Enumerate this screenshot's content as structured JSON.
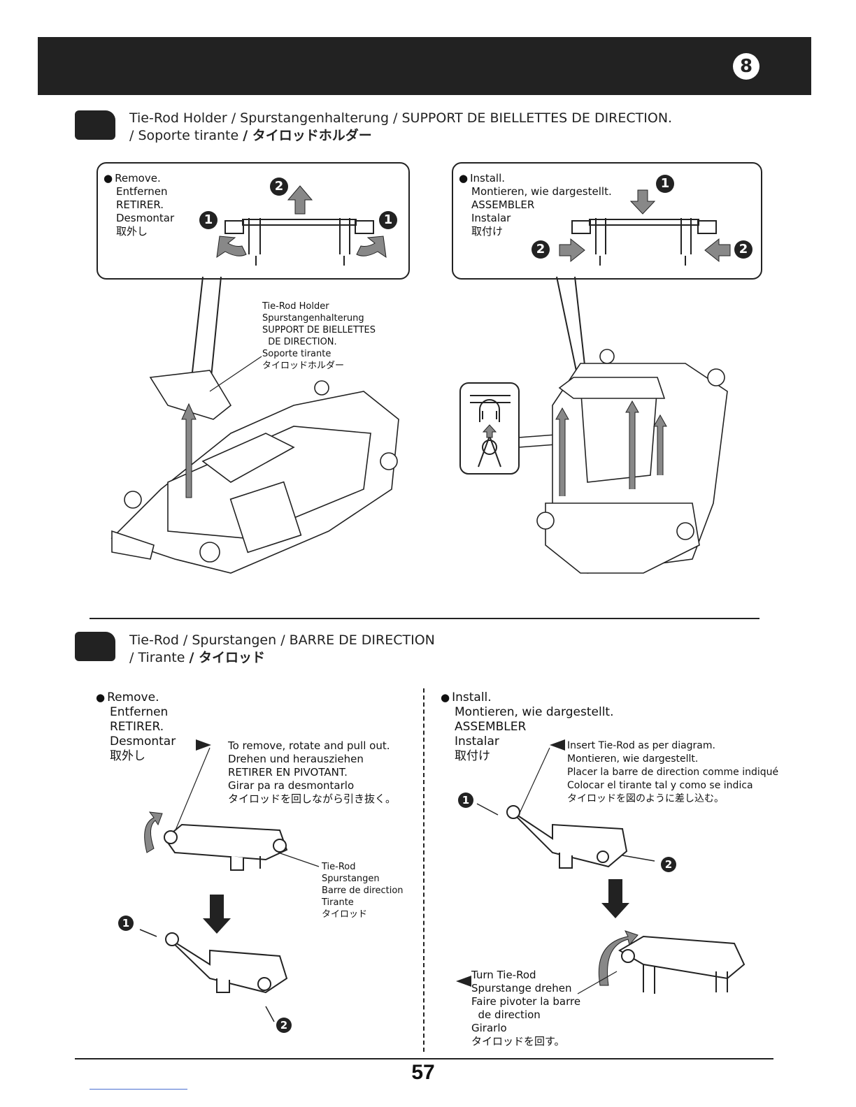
{
  "header": {
    "step_number": "8"
  },
  "section1": {
    "title_line1": "Tie-Rod Holder / Spurstangenhalterung / SUPPORT DE BIELLETTES DE DIRECTION.",
    "title_line2_prefix": "/ Soporte tirante",
    "title_line2_jp": "/ タイロッドホルダー",
    "remove_box": {
      "lines": [
        "Remove.",
        "Entfernen",
        "RETIRER.",
        "Desmontar",
        "取外し"
      ],
      "step_labels": [
        "2",
        "1",
        "1"
      ]
    },
    "install_box": {
      "lines": [
        "Install.",
        "Montieren, wie dargestellt.",
        "ASSEMBLER",
        "Instalar",
        "取付け"
      ],
      "step_labels": [
        "1",
        "2",
        "2"
      ]
    },
    "part_label": [
      "Tie-Rod Holder",
      "Spurstangenhalterung",
      "SUPPORT DE BIELLETTES",
      "  DE DIRECTION.",
      "Soporte tirante",
      "タイロッドホルダー"
    ]
  },
  "section2": {
    "title_line1": "Tie-Rod / Spurstangen / BARRE DE DIRECTION",
    "title_line2_prefix": "/ Tirante",
    "title_line2_jp": "/ タイロッド",
    "remove": {
      "lines": [
        "Remove.",
        "Entfernen",
        "RETIRER.",
        "Desmontar",
        "取外し"
      ],
      "instruction": [
        "To remove, rotate and pull out.",
        "Drehen und herausziehen",
        "RETIRER EN PIVOTANT.",
        "Girar pa ra desmontarlo",
        "タイロッドを回しながら引き抜く。"
      ],
      "part_label": [
        "Tie-Rod",
        "Spurstangen",
        "Barre de direction",
        "Tirante",
        "タイロッド"
      ],
      "step_labels": [
        "1",
        "2"
      ]
    },
    "install": {
      "lines": [
        "Install.",
        "Montieren, wie dargestellt.",
        "ASSEMBLER",
        "Instalar",
        "取付け"
      ],
      "instruction": [
        "Insert Tie-Rod as per diagram.",
        "Montieren, wie dargestellt.",
        "Placer la barre de direction comme indiqué",
        "Colocar el tirante tal y como se indica",
        "タイロッドを図のように差し込む。"
      ],
      "turn": [
        "Turn Tie-Rod",
        "Spurstange drehen",
        "Faire pivoter la barre",
        "  de direction",
        "Girarlo",
        "タイロッドを回す。"
      ],
      "step_labels": [
        "1",
        "2"
      ]
    }
  },
  "footer": {
    "page_number": "57"
  }
}
